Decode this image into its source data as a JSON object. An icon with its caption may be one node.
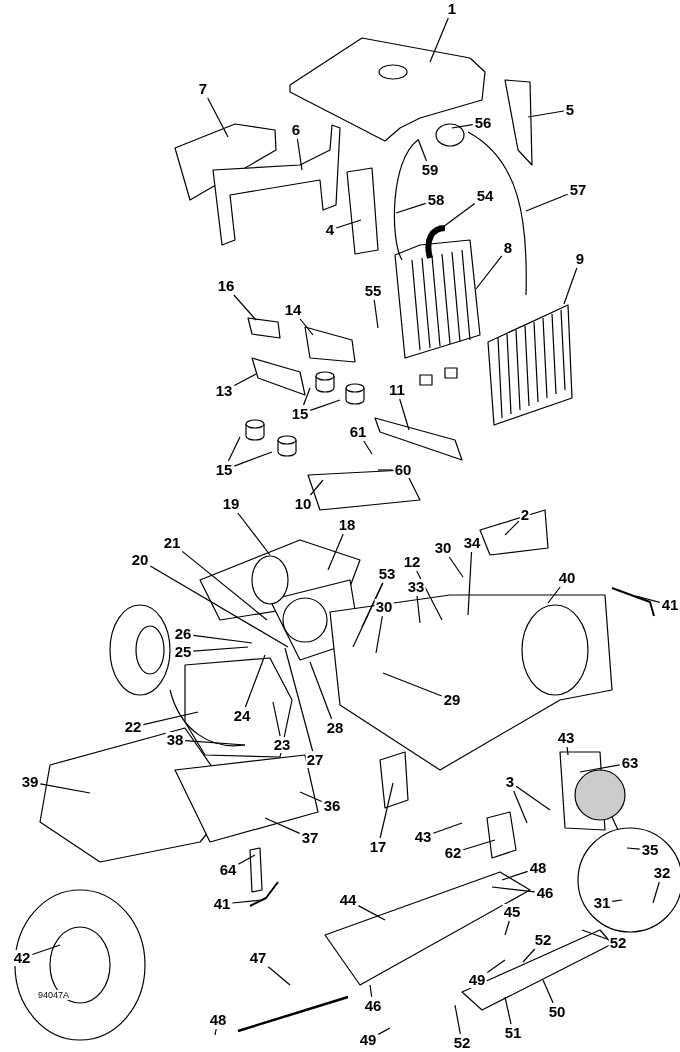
{
  "diagram": {
    "nodes": [
      {
        "text": [
          "1"
        ]
      },
      {
        "text": [
          "7"
        ]
      },
      {
        "text": [
          "5"
        ]
      },
      {
        "text": [
          "56"
        ]
      },
      {
        "text": [
          "6"
        ]
      },
      {
        "text": [
          "59"
        ]
      },
      {
        "text": [
          "57"
        ]
      },
      {
        "text": [
          "54"
        ]
      },
      {
        "text": [
          "58"
        ]
      },
      {
        "text": [
          "4"
        ]
      },
      {
        "text": [
          "8"
        ]
      },
      {
        "text": [
          "9"
        ]
      },
      {
        "text": [
          "16"
        ]
      },
      {
        "text": [
          "55"
        ]
      },
      {
        "text": [
          "14"
        ]
      },
      {
        "text": [
          "13"
        ]
      },
      {
        "text": [
          "11"
        ]
      },
      {
        "text": [
          "15"
        ]
      },
      {
        "text": [
          "61"
        ]
      },
      {
        "text": [
          "15"
        ]
      },
      {
        "text": [
          "60"
        ]
      },
      {
        "text": [
          "10"
        ]
      },
      {
        "text": [
          "19"
        ]
      },
      {
        "text": [
          "18"
        ]
      },
      {
        "text": [
          "2"
        ]
      },
      {
        "text": [
          "21"
        ]
      },
      {
        "text": [
          "34"
        ]
      },
      {
        "text": [
          "30"
        ]
      },
      {
        "text": [
          "20"
        ]
      },
      {
        "text": [
          "12"
        ]
      },
      {
        "text": [
          "53"
        ]
      },
      {
        "text": [
          "40"
        ]
      },
      {
        "text": [
          "33"
        ]
      },
      {
        "text": [
          "30"
        ]
      },
      {
        "text": [
          "41"
        ]
      },
      {
        "text": [
          "26"
        ]
      },
      {
        "text": [
          "25"
        ]
      },
      {
        "text": [
          "29"
        ]
      },
      {
        "text": [
          "24"
        ]
      },
      {
        "text": [
          "22"
        ]
      },
      {
        "text": [
          "28"
        ]
      },
      {
        "text": [
          "38"
        ]
      },
      {
        "text": [
          "43"
        ]
      },
      {
        "text": [
          "23"
        ]
      },
      {
        "text": [
          "27"
        ]
      },
      {
        "text": [
          "63"
        ]
      },
      {
        "text": [
          "39"
        ]
      },
      {
        "text": [
          "3"
        ]
      },
      {
        "text": [
          "36"
        ]
      },
      {
        "text": [
          "37"
        ]
      },
      {
        "text": [
          "43"
        ]
      },
      {
        "text": [
          "17"
        ]
      },
      {
        "text": [
          "35"
        ]
      },
      {
        "text": [
          "62"
        ]
      },
      {
        "text": [
          "48"
        ]
      },
      {
        "text": [
          "64"
        ]
      },
      {
        "text": [
          "32"
        ]
      },
      {
        "text": [
          "46"
        ]
      },
      {
        "text": [
          "45"
        ]
      },
      {
        "text": [
          "44"
        ]
      },
      {
        "text": [
          "31"
        ]
      },
      {
        "text": [
          "41"
        ]
      },
      {
        "text": [
          "52"
        ]
      },
      {
        "text": [
          "52"
        ]
      },
      {
        "text": [
          "42"
        ]
      },
      {
        "text": [
          "47"
        ]
      },
      {
        "text": [
          "49"
        ]
      },
      {
        "text": [
          "46"
        ]
      },
      {
        "text": [
          "50"
        ]
      },
      {
        "text": [
          "48"
        ]
      },
      {
        "text": [
          "51"
        ]
      },
      {
        "text": [
          "52"
        ]
      },
      {
        "text": [
          "49"
        ]
      }
    ],
    "edges": [
      {
        "from": 0,
        "to": null,
        "arrow": "none"
      },
      {
        "from": 1,
        "to": null,
        "arrow": "none"
      },
      {
        "from": 2,
        "to": null,
        "arrow": "none"
      },
      {
        "from": 3,
        "to": null,
        "arrow": "none"
      },
      {
        "from": 4,
        "to": null,
        "arrow": "none"
      },
      {
        "from": 5,
        "to": null,
        "arrow": "none"
      },
      {
        "from": 6,
        "to": null,
        "arrow": "none"
      },
      {
        "from": 7,
        "to": null,
        "arrow": "none"
      },
      {
        "from": 8,
        "to": null,
        "arrow": "none"
      },
      {
        "from": 9,
        "to": null,
        "arrow": "none"
      },
      {
        "from": 10,
        "to": null,
        "arrow": "none"
      },
      {
        "from": 11,
        "to": null,
        "arrow": "none"
      },
      {
        "from": 12,
        "to": null,
        "arrow": "none"
      },
      {
        "from": 13,
        "to": null,
        "arrow": "none"
      },
      {
        "from": 14,
        "to": null,
        "arrow": "none"
      },
      {
        "from": 15,
        "to": null,
        "arrow": "none"
      },
      {
        "from": 16,
        "to": null,
        "arrow": "none"
      },
      {
        "from": 17,
        "to": null,
        "arrow": "none"
      },
      {
        "from": 17,
        "to": null,
        "arrow": "none"
      },
      {
        "from": 18,
        "to": null,
        "arrow": "none"
      },
      {
        "from": 19,
        "to": null,
        "arrow": "none"
      },
      {
        "from": 19,
        "to": null,
        "arrow": "none"
      },
      {
        "from": 20,
        "to": null,
        "arrow": "none"
      },
      {
        "from": 21,
        "to": null,
        "arrow": "none"
      },
      {
        "from": 22,
        "to": null,
        "arrow": "none"
      },
      {
        "from": 23,
        "to": null,
        "arrow": "none"
      },
      {
        "from": 24,
        "to": null,
        "arrow": "none"
      },
      {
        "from": 25,
        "to": null,
        "arrow": "none"
      },
      {
        "from": 26,
        "to": null,
        "arrow": "none"
      },
      {
        "from": 27,
        "to": null,
        "arrow": "none"
      },
      {
        "from": 28,
        "to": null,
        "arrow": "none"
      },
      {
        "from": 29,
        "to": null,
        "arrow": "none"
      },
      {
        "from": 30,
        "to": null,
        "arrow": "none"
      },
      {
        "from": 30,
        "to": null,
        "arrow": "none"
      },
      {
        "from": 31,
        "to": null,
        "arrow": "none"
      },
      {
        "from": 32,
        "to": null,
        "arrow": "none"
      },
      {
        "from": 33,
        "to": null,
        "arrow": "none"
      },
      {
        "from": 34,
        "to": null,
        "arrow": "none"
      },
      {
        "from": 35,
        "to": null,
        "arrow": "none"
      },
      {
        "from": 36,
        "to": null,
        "arrow": "none"
      },
      {
        "from": 37,
        "to": null,
        "arrow": "none"
      },
      {
        "from": 38,
        "to": null,
        "arrow": "none"
      },
      {
        "from": 39,
        "to": null,
        "arrow": "none"
      },
      {
        "from": 40,
        "to": null,
        "arrow": "none"
      },
      {
        "from": 41,
        "to": null,
        "arrow": "none"
      },
      {
        "from": 42,
        "to": null,
        "arrow": "none"
      },
      {
        "from": 43,
        "to": null,
        "arrow": "none"
      },
      {
        "from": 44,
        "to": null,
        "arrow": "none"
      },
      {
        "from": 45,
        "to": null,
        "arrow": "none"
      },
      {
        "from": 46,
        "to": null,
        "arrow": "none"
      },
      {
        "from": 47,
        "to": null,
        "arrow": "none"
      },
      {
        "from": 47,
        "to": null,
        "arrow": "none"
      },
      {
        "from": 48,
        "to": null,
        "arrow": "none"
      },
      {
        "from": 49,
        "to": null,
        "arrow": "none"
      },
      {
        "from": 50,
        "to": null,
        "arrow": "none"
      },
      {
        "from": 51,
        "to": null,
        "arrow": "none"
      },
      {
        "from": 52,
        "to": null,
        "arrow": "none"
      },
      {
        "from": 53,
        "to": null,
        "arrow": "none"
      },
      {
        "from": 54,
        "to": null,
        "arrow": "none"
      },
      {
        "from": 55,
        "to": null,
        "arrow": "none"
      },
      {
        "from": 56,
        "to": null,
        "arrow": "none"
      },
      {
        "from": 57,
        "to": null,
        "arrow": "none"
      },
      {
        "from": 58,
        "to": null,
        "arrow": "none"
      },
      {
        "from": 59,
        "to": null,
        "arrow": "none"
      },
      {
        "from": 60,
        "to": null,
        "arrow": "none"
      },
      {
        "from": 61,
        "to": null,
        "arrow": "none"
      },
      {
        "from": 62,
        "to": null,
        "arrow": "none"
      },
      {
        "from": 63,
        "to": null,
        "arrow": "none"
      },
      {
        "from": 64,
        "to": null,
        "arrow": "none"
      },
      {
        "from": 65,
        "to": null,
        "arrow": "none"
      },
      {
        "from": 66,
        "to": null,
        "arrow": "none"
      },
      {
        "from": 67,
        "to": null,
        "arrow": "none"
      },
      {
        "from": 68,
        "to": null,
        "arrow": "none"
      },
      {
        "from": 69,
        "to": null,
        "arrow": "none"
      },
      {
        "from": 70,
        "to": null,
        "arrow": "none"
      },
      {
        "from": 71,
        "to": null,
        "arrow": "none"
      },
      {
        "from": 72,
        "to": null,
        "arrow": "none"
      }
    ],
    "labels": [
      "94047A"
    ]
  }
}
